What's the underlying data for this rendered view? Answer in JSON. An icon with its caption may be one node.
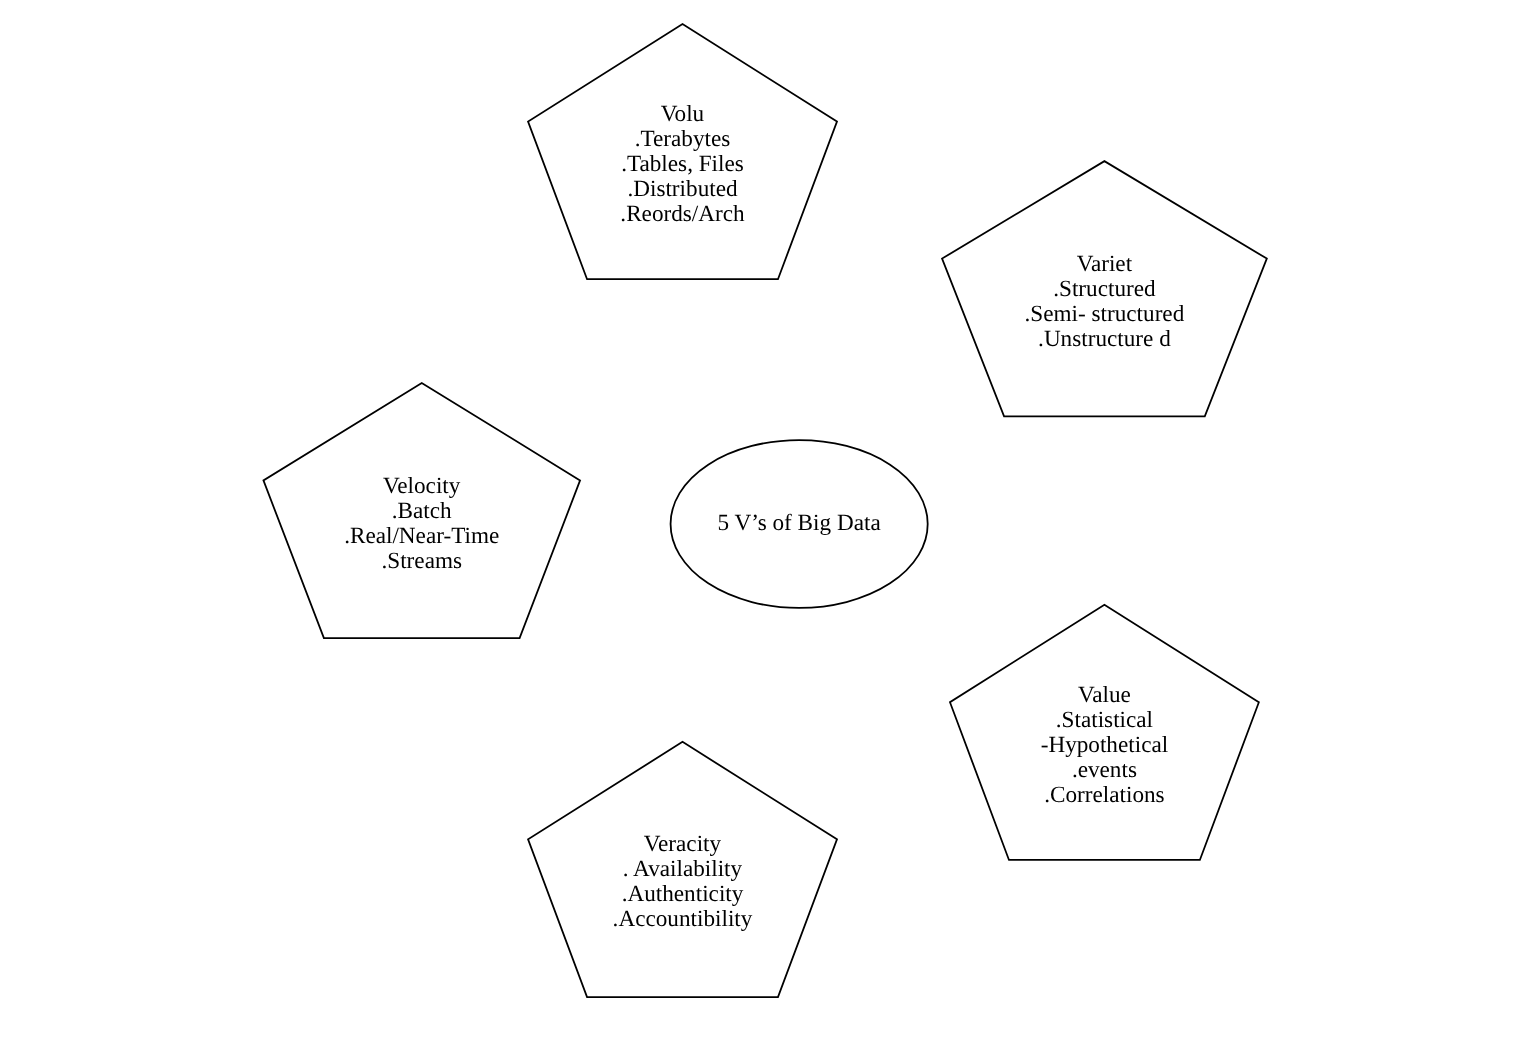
{
  "diagram": {
    "nodes": [
      {
        "text": [
          "Variet",
          ".Structured",
          ".Semi- structured",
          ".Unstructure d"
        ]
      },
      {
        "text": [
          "Volu",
          ".Terabytes",
          ".Tables, Files",
          ".Distributed",
          ".Reords/Arch"
        ]
      },
      {
        "text": [
          "5 V’s of Big Data"
        ]
      },
      {
        "text": [
          "Velocity",
          ".Batch",
          ".Real/Near-Time",
          ".Streams"
        ]
      },
      {
        "text": [
          "Veracity",
          ". Availability",
          ".Authenticity",
          ".Accountibility"
        ]
      },
      {
        "text": [
          "Value",
          ".Statistical",
          "-Hypothetical",
          ".events",
          ".Correlations"
        ]
      }
    ],
    "edges": []
  }
}
